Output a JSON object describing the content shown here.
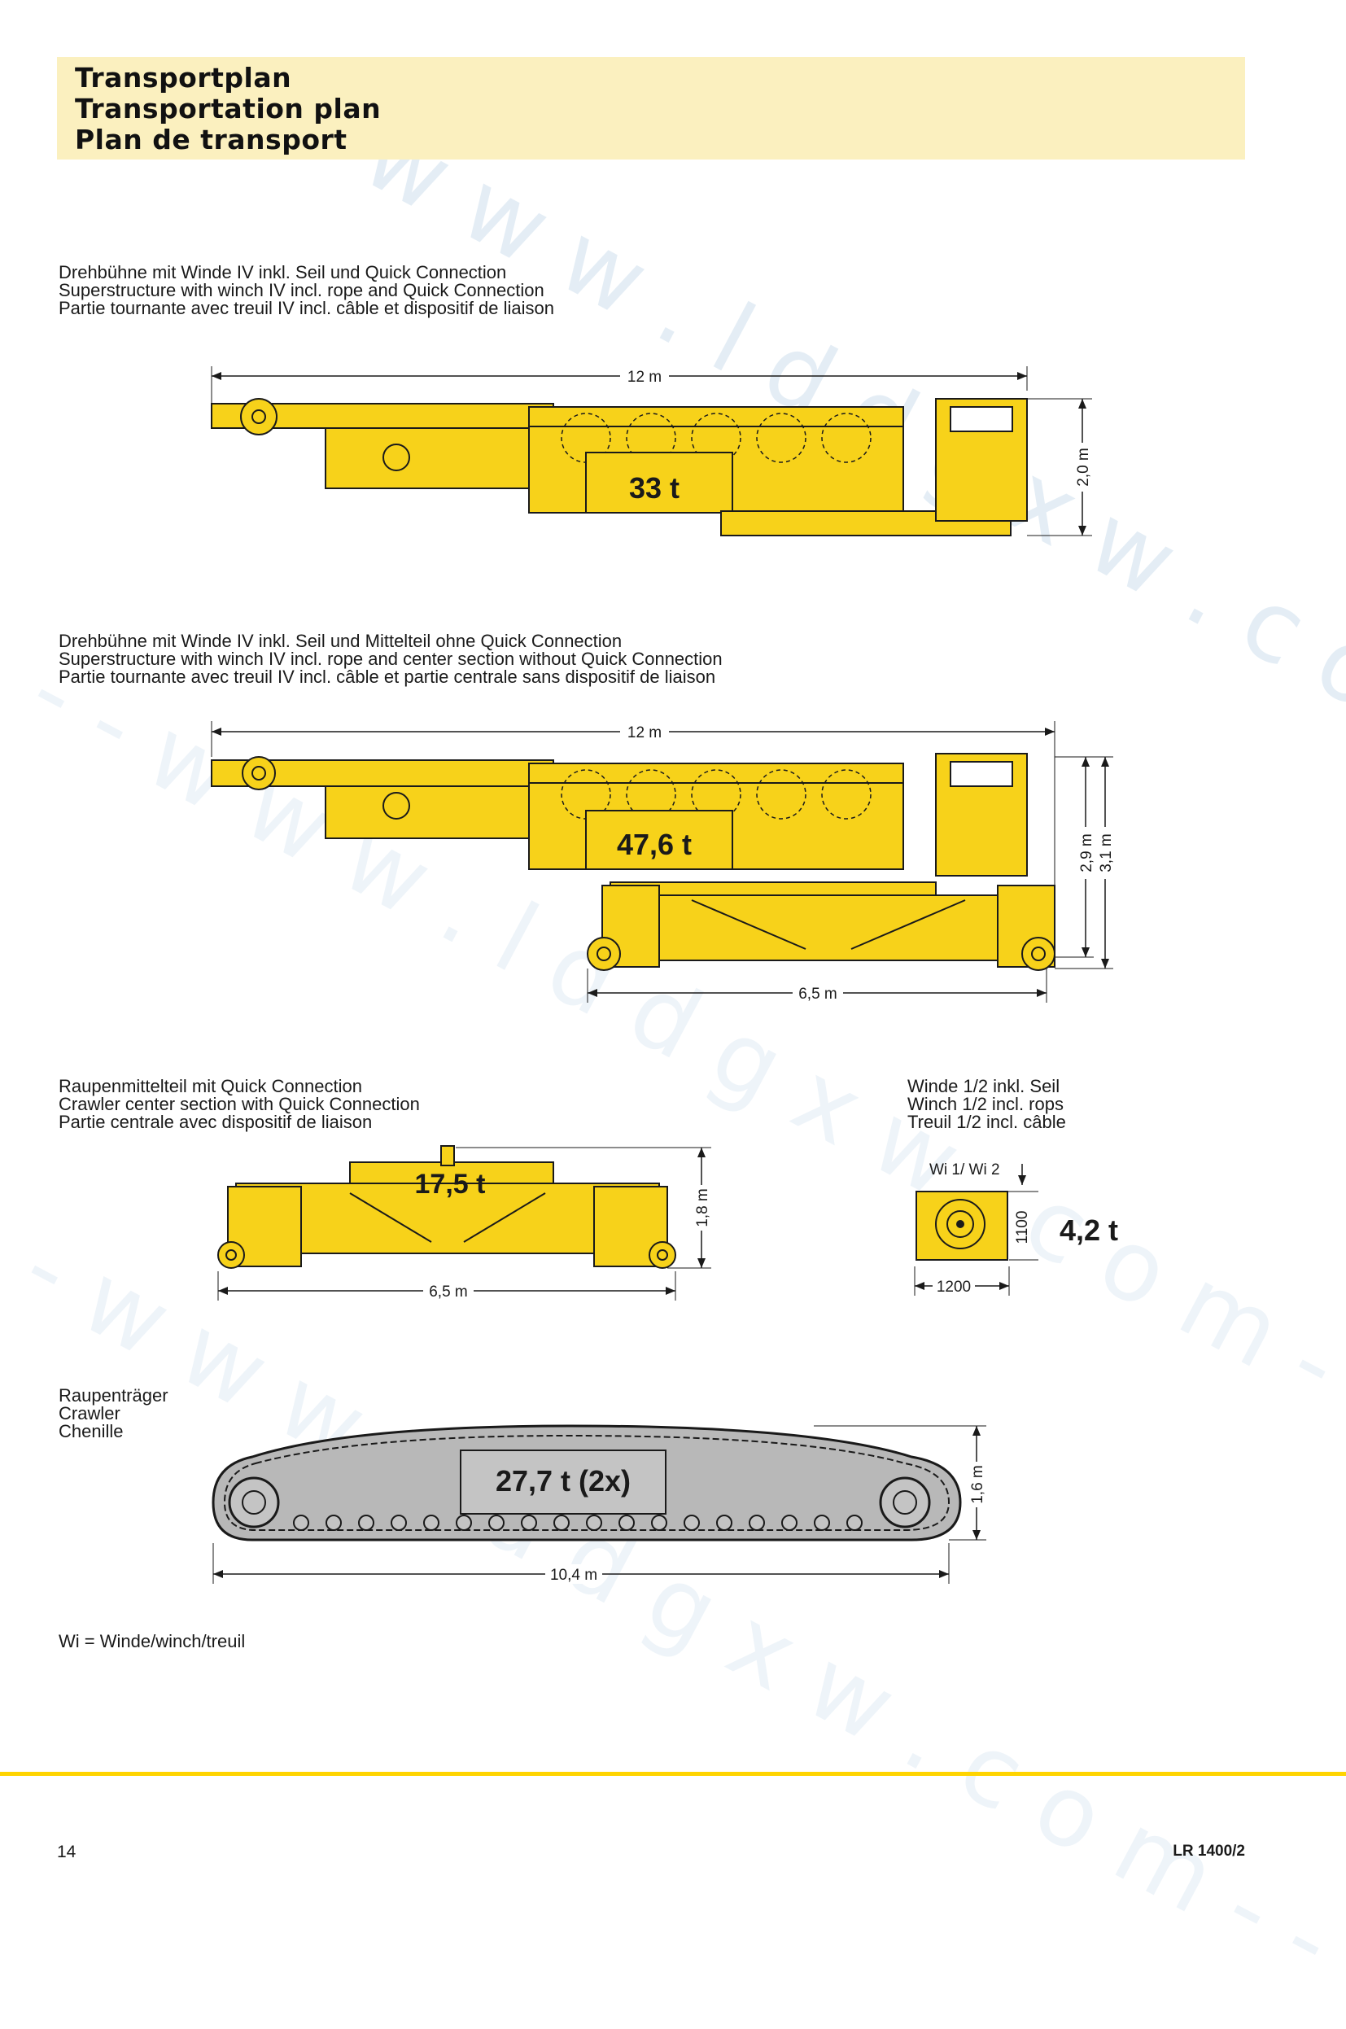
{
  "header": {
    "title_de": "Transportplan",
    "title_en": "Transportation plan",
    "title_fr": "Plan de transport"
  },
  "sections": {
    "superstructure_qc": {
      "caption": [
        "Drehbühne mit Winde IV inkl. Seil und Quick Connection",
        "Superstructure with winch IV incl. rope and Quick Connection",
        "Partie tournante avec treuil IV incl. câble et dispositif de liaison"
      ],
      "length": "12 m",
      "height": "2,0 m",
      "weight": "33 t"
    },
    "superstructure_center": {
      "caption": [
        "Drehbühne mit Winde IV inkl. Seil und Mittelteil ohne Quick Connection",
        "Superstructure with winch IV incl. rope and center section without Quick Connection",
        "Partie tournante avec treuil IV incl. câble et partie centrale sans dispositif de liaison"
      ],
      "length": "12 m",
      "height_inner": "2,9 m",
      "height_outer": "3,1 m",
      "base_width": "6,5 m",
      "weight": "47,6 t"
    },
    "crawler_center": {
      "caption": [
        "Raupenmittelteil mit Quick Connection",
        "Crawler center section with Quick Connection",
        "Partie centrale avec dispositif de liaison"
      ],
      "width": "6,5 m",
      "height": "1,8 m",
      "weight": "17,5 t"
    },
    "winch": {
      "caption": [
        "Winde 1/2 inkl. Seil",
        "Winch 1/2 incl. rops",
        "Treuil 1/2 incl. câble"
      ],
      "label": "Wi 1/ Wi 2",
      "width": "1200",
      "height": "1100",
      "weight": "4,2 t"
    },
    "crawler": {
      "caption": [
        "Raupenträger",
        "Crawler",
        "Chenille"
      ],
      "length": "10,4 m",
      "height": "1,6 m",
      "weight": "27,7 t (2x)"
    }
  },
  "note": "Wi = Winde/winch/treuil",
  "footer": {
    "page_number": "14",
    "model": "LR 1400/2"
  },
  "colors": {
    "machine_yellow": "#f7d21a",
    "outline": "#1a1a1a",
    "header_band": "#fbf0bf",
    "footer_rule": "#ffd400",
    "crawler_grey": "#b8b8b8"
  }
}
